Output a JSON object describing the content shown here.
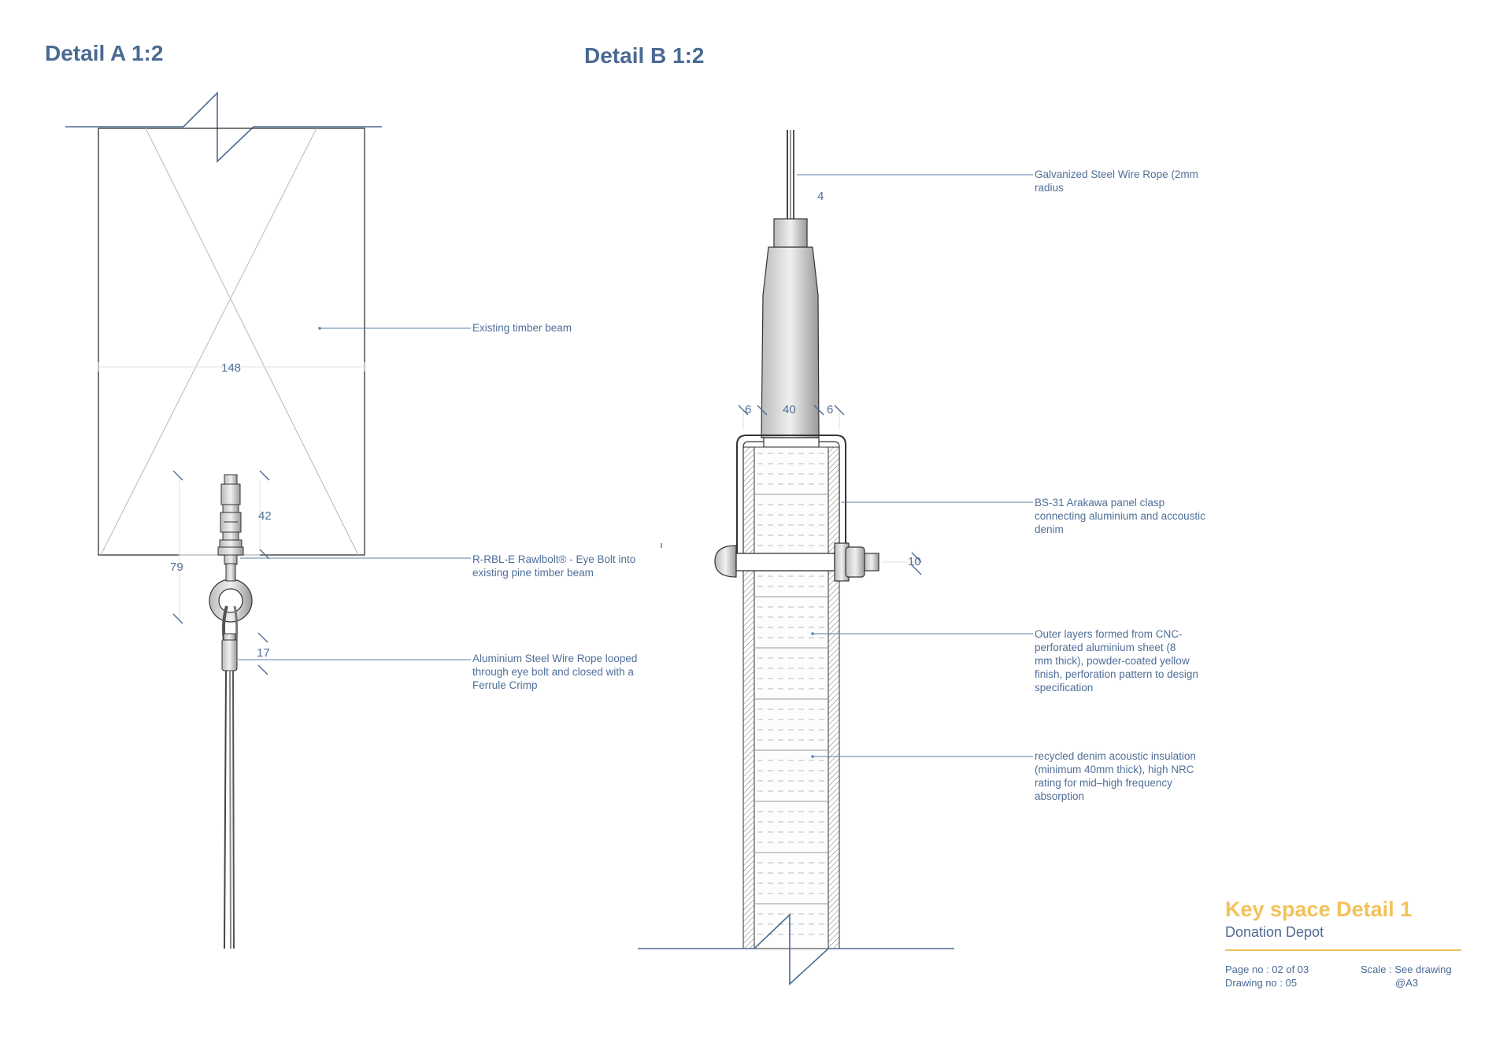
{
  "detail_a": {
    "title": "Detail A 1:2",
    "labels": {
      "beam": "Existing timber beam",
      "eyebolt": "R-RBL-E Rawlbolt® - Eye Bolt into\nexisting pine timber beam",
      "rope": "Aluminium Steel Wire Rope looped\nthrough eye bolt and closed with a\nFerrule Crimp"
    },
    "dims": {
      "beam_width": "148",
      "bolt_len": "42",
      "bolt_w": "79",
      "ferrule": "17"
    }
  },
  "detail_b": {
    "title": "Detail B 1:2",
    "labels": {
      "wire": "Galvanized Steel Wire Rope (2mm\nradius",
      "clasp": "BS-31 Arakawa panel clasp\nconnecting aluminium and accoustic\ndenim",
      "outer": "Outer layers formed from CNC-\nperforated aluminium sheet (8\nmm thick), powder-coated yellow\nfinish, perforation pattern to design\nspecification",
      "insulation": "recycled denim acoustic insulation\n(minimum 40mm thick), high NRC\nrating for mid–high frequency\nabsorption"
    },
    "dims": {
      "wire": "4",
      "side_left": "6",
      "core": "40",
      "side_right": "6",
      "bolt": "10"
    }
  },
  "title_block": {
    "title": "Key space Detail 1",
    "project": "Donation Depot",
    "page_no": "Page no : 02 of 03",
    "drawing_no": "Drawing no : 05",
    "scale": "Scale : See drawing",
    "paper": "@A3"
  },
  "colors": {
    "accent": "#4a6a93",
    "leader": "#5c7fa8",
    "highlight": "#f2c25a",
    "linework": "#333333",
    "construction": "#b8b8b8"
  }
}
